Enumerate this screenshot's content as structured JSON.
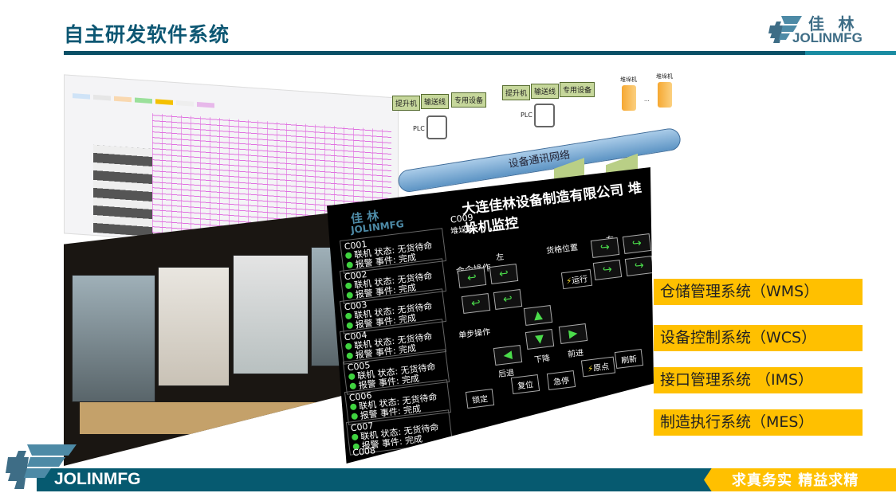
{
  "header": {
    "title": "自主研发软件系统",
    "logo_cn": "佳 林",
    "logo_en": "JOLINMFG",
    "colors": {
      "primary": "#0a4f66",
      "accent": "#1a8ca2"
    }
  },
  "diagram": {
    "boxes_left": [
      "提升机",
      "输送线",
      "专用设备"
    ],
    "boxes_right": [
      "提升机",
      "输送线",
      "专用设备"
    ],
    "plc": "PLC",
    "network": "设备通讯网络",
    "stacker": "堆垛机",
    "ellipsis": "..."
  },
  "hmi": {
    "title": "大连佳林设备制造有限公司  堆垛机监控",
    "logo_cn": "佳 林",
    "logo_en": "JOLINMFG",
    "device": "C009",
    "device_type": "堆垛机",
    "units": [
      {
        "id": "C001"
      },
      {
        "id": "C002"
      },
      {
        "id": "C003"
      },
      {
        "id": "C004"
      },
      {
        "id": "C005"
      },
      {
        "id": "C006"
      },
      {
        "id": "C007"
      },
      {
        "id": "C008"
      },
      {
        "id": "C009"
      }
    ],
    "unit_line1": "联机  状态: 无货待命",
    "unit_line2": "报警  事件: 完成",
    "cmd_label": "命令操作",
    "left": "左",
    "right": "右",
    "slot": "货格位置",
    "run": "运行",
    "step_label": "单步操作",
    "back": "后退",
    "down": "下降",
    "forward": "前进",
    "lock": "锁定",
    "reset": "复位",
    "estop": "急停",
    "home": "原点",
    "refresh": "刷新"
  },
  "systems": [
    "仓储管理系统（WMS）",
    "设备控制系统（WCS）",
    "接口管理系统 （IMS）",
    "制造执行系统（MES）"
  ],
  "footer": {
    "logo_en": "JOLINMFG",
    "slogan": "求真务实  精益求精",
    "colors": {
      "bar": "#065a70",
      "gold": "#ffc000"
    }
  }
}
